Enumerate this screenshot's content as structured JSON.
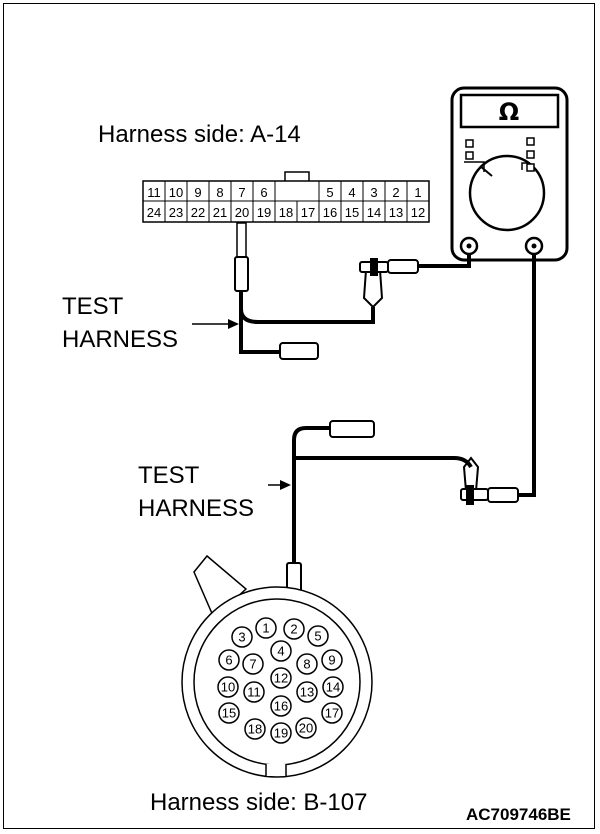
{
  "meter": {
    "symbol": "Ω"
  },
  "connector_a": {
    "label": "Harness side: A-14",
    "top_row": [
      "11",
      "10",
      "9",
      "8",
      "7",
      "6",
      "",
      "5",
      "4",
      "3",
      "2",
      "1"
    ],
    "bottom_row": [
      "24",
      "23",
      "22",
      "21",
      "20",
      "19",
      "18",
      "17",
      "16",
      "15",
      "14",
      "13",
      "12"
    ]
  },
  "connector_b": {
    "label": "Harness side: B-107",
    "pins": [
      "1",
      "2",
      "3",
      "4",
      "5",
      "6",
      "7",
      "8",
      "9",
      "10",
      "11",
      "12",
      "13",
      "14",
      "15",
      "16",
      "17",
      "18",
      "19",
      "20"
    ]
  },
  "test_harness_upper": {
    "line1": "TEST",
    "line2": "HARNESS"
  },
  "test_harness_lower": {
    "line1": "TEST",
    "line2": "HARNESS"
  },
  "figure_code": "AC709746BE"
}
